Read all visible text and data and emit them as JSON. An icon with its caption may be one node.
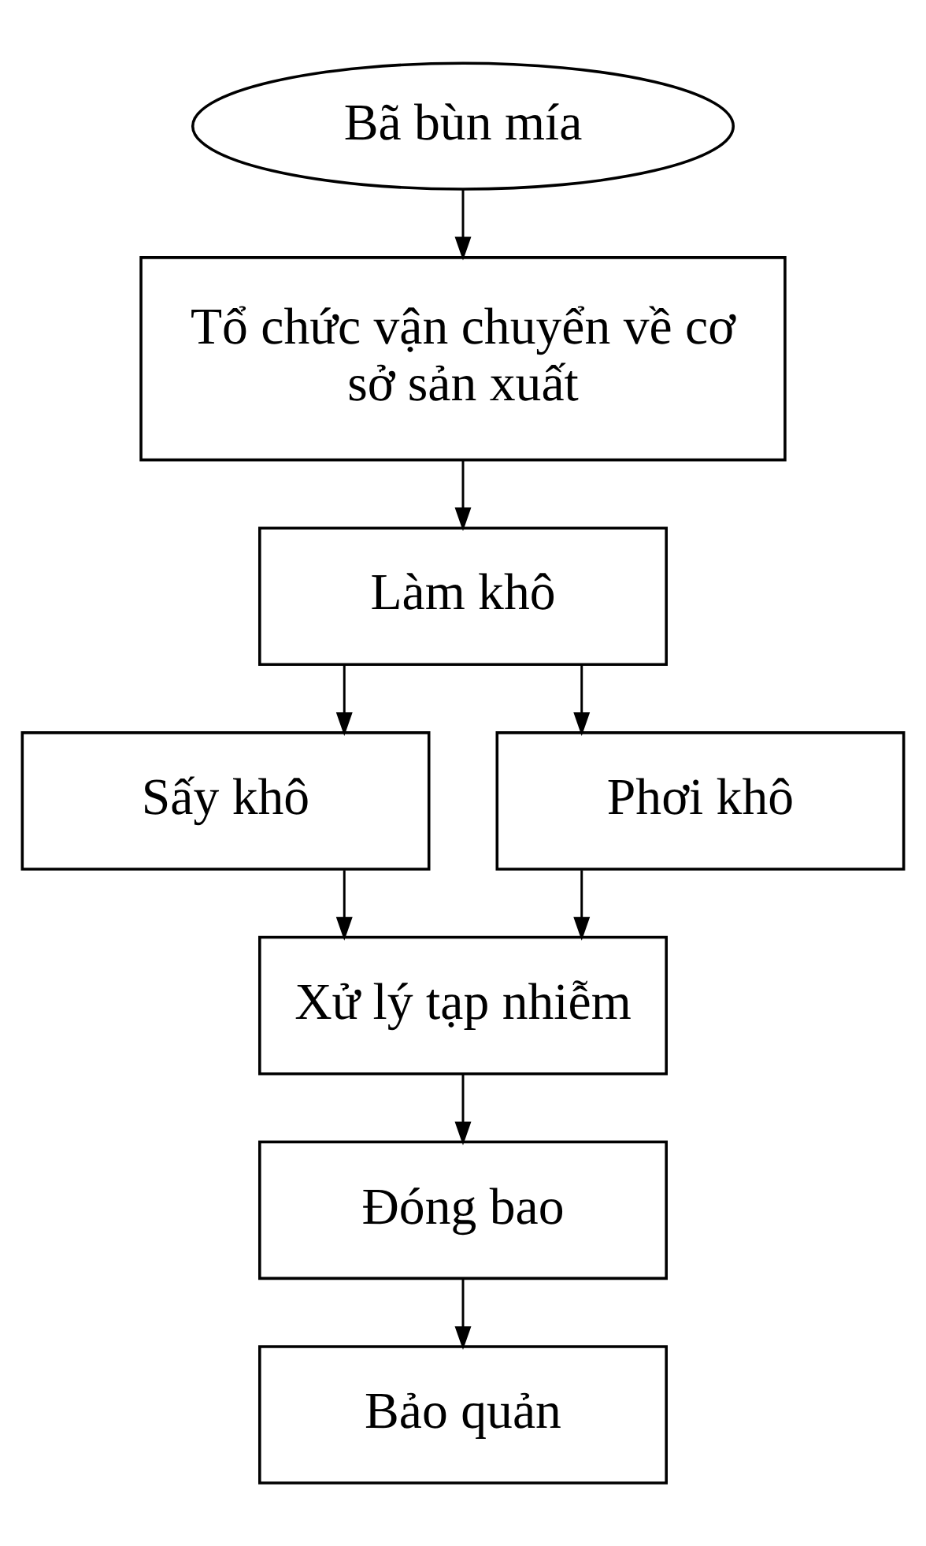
{
  "diagram": {
    "nodes": [
      {
        "text": [
          "Bã bùn mía"
        ]
      },
      {
        "text": [
          "Tổ chức vận chuyển về cơ sở sản xuất"
        ]
      },
      {
        "text": [
          "Làm khô"
        ]
      },
      {
        "text": [
          "Sấy khô"
        ]
      },
      {
        "text": [
          "Phơi khô"
        ]
      },
      {
        "text": [
          "Xử lý tạp nhiễm"
        ]
      },
      {
        "text": [
          "Đóng bao"
        ]
      },
      {
        "text": [
          "Bảo quản"
        ]
      }
    ],
    "edges": [
      {
        "from": 0,
        "to": 1,
        "arrow": "to"
      },
      {
        "from": 1,
        "to": 2,
        "arrow": "to"
      },
      {
        "from": 2,
        "to": 3,
        "arrow": "to"
      },
      {
        "from": 2,
        "to": 4,
        "arrow": "to"
      },
      {
        "from": 3,
        "to": 5,
        "arrow": "to"
      },
      {
        "from": 4,
        "to": 5,
        "arrow": "to"
      },
      {
        "from": 5,
        "to": 6,
        "arrow": "to"
      },
      {
        "from": 6,
        "to": 7,
        "arrow": "to"
      }
    ]
  }
}
